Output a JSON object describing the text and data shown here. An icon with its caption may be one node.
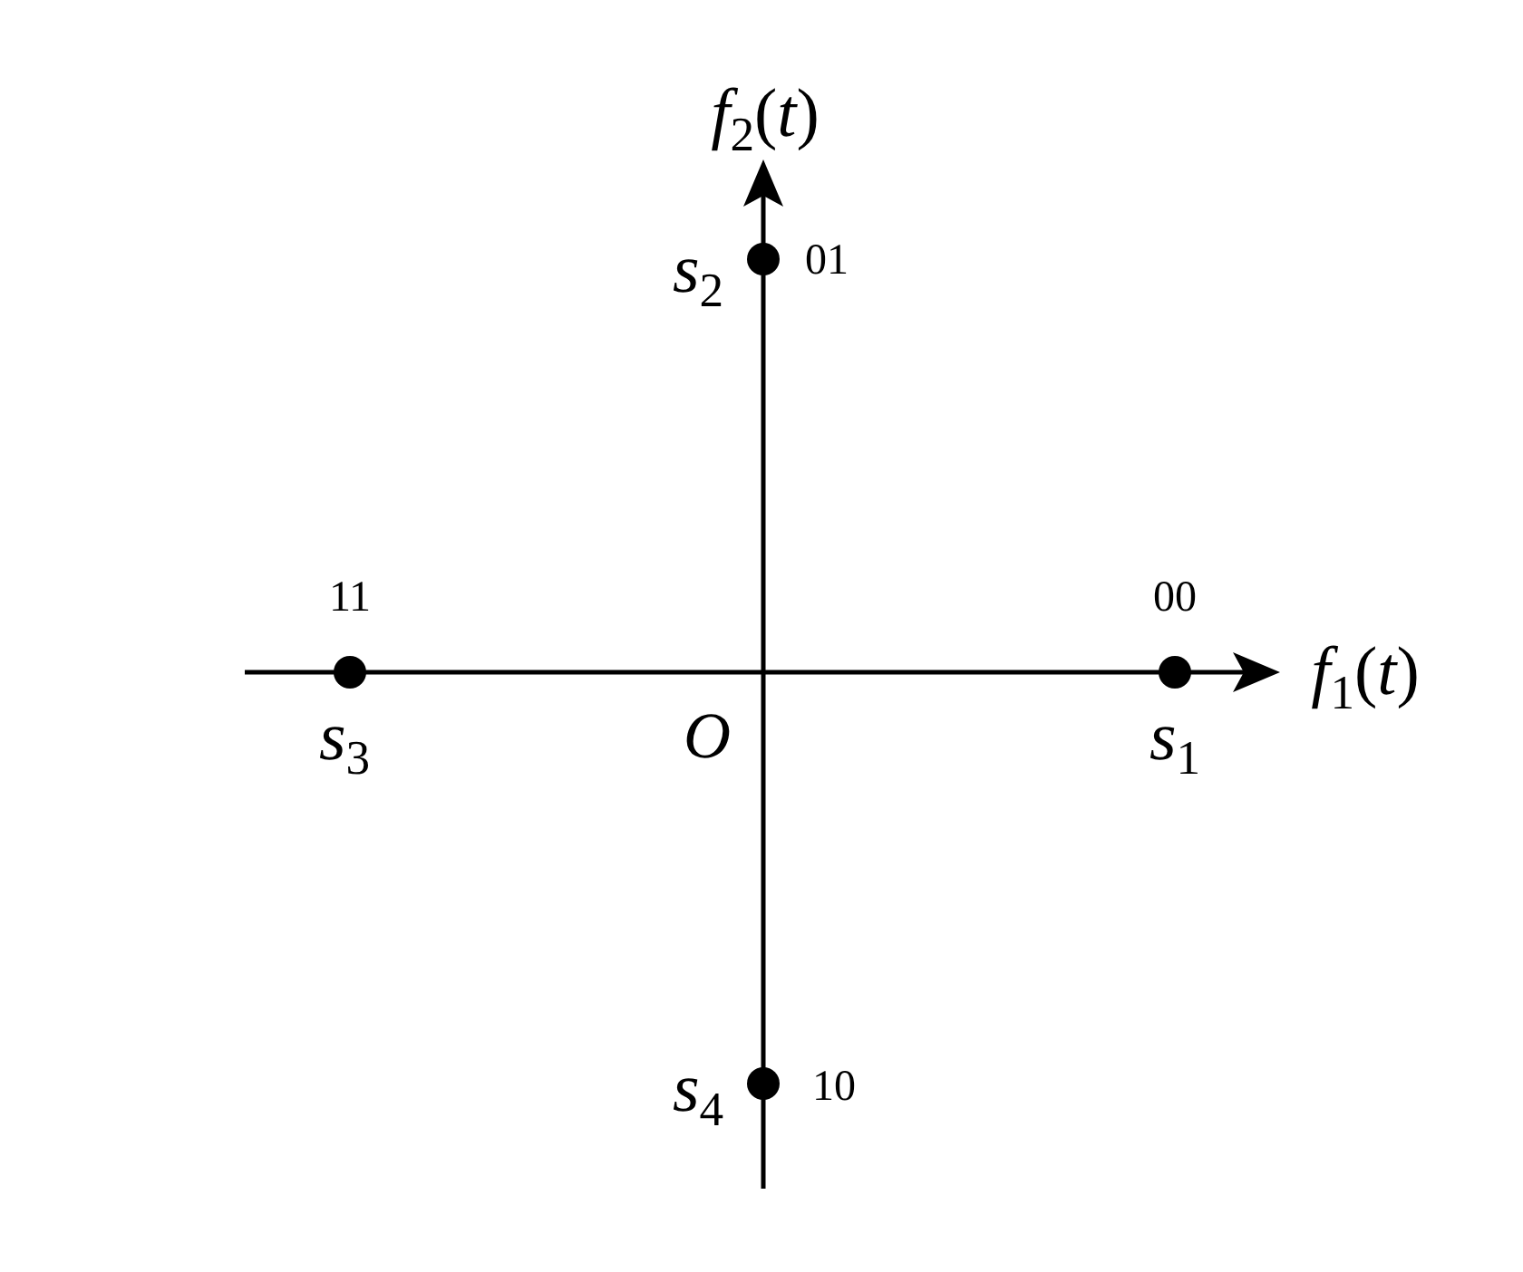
{
  "diagram": {
    "labels": [
      "*f*$_{2}$(*t*)",
      "*s*$_{2}$",
      "01",
      "11",
      "00",
      "*f*$_{1}$(*t*)",
      "*s*$_{3}$",
      "O",
      "*s*$_{1}$",
      "*s*$_{4}$",
      "10"
    ]
  }
}
